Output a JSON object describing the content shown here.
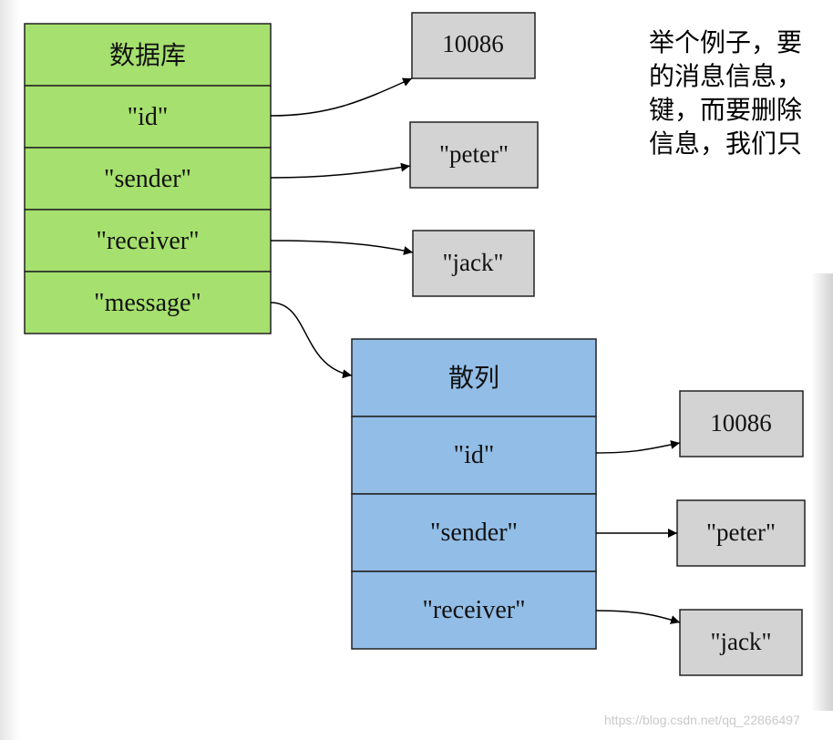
{
  "db_table": {
    "title": "数据库",
    "rows": [
      "\"id\"",
      "\"sender\"",
      "\"receiver\"",
      "\"message\""
    ],
    "fill": "#a6e06e"
  },
  "db_values": [
    "10086",
    "\"peter\"",
    "\"jack\""
  ],
  "hash_table": {
    "title": "散列",
    "rows": [
      "\"id\"",
      "\"sender\"",
      "\"receiver\""
    ],
    "fill": "#92bde6"
  },
  "hash_values": [
    "10086",
    "\"peter\"",
    "\"jack\""
  ],
  "value_fill": "#d3d3d3",
  "side_text": {
    "lines": [
      "举个例子，要",
      "的消息信息，",
      "键，而要删除",
      "信息，我们只"
    ]
  },
  "watermark": "https://blog.csdn.net/qq_22866497"
}
